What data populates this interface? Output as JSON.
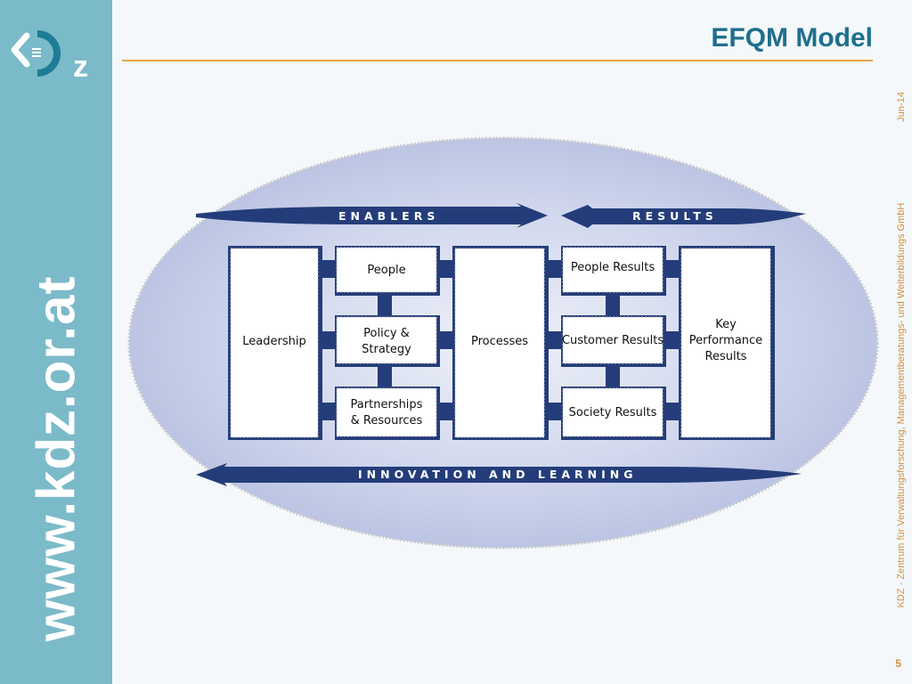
{
  "slide": {
    "title": "EFQM Model",
    "date": "Jun-14",
    "footer_text": "KDZ - Zentrum für Verwaltungsforschung, Managementberatungs- und Weiterbildungs GmbH",
    "page_number": "5"
  },
  "sidebar": {
    "url_text": "www.kdz.or.at",
    "logo_letter": "z"
  },
  "diagram": {
    "enablers_label": "ENABLERS",
    "results_label": "RESULTS",
    "innovation_label": "INNOVATION AND LEARNING",
    "leadership": "Leadership",
    "people": "People",
    "policy_line1": "Policy &",
    "policy_line2": "Strategy",
    "partnerships_line1": "Partnerships",
    "partnerships_line2": "&  Resources",
    "processes": "Processes",
    "people_results": "People Results",
    "customer_results": "Customer Results",
    "society_results": "Society Results",
    "kpr_line1": "Key",
    "kpr_line2": "Performance",
    "kpr_line3": "Results"
  },
  "colors": {
    "sidebar": "#7bbac9",
    "title": "#1e6f8e",
    "rule": "#e6a34a",
    "navy": "#243d7a",
    "ellipse": "#c3cbe6"
  }
}
